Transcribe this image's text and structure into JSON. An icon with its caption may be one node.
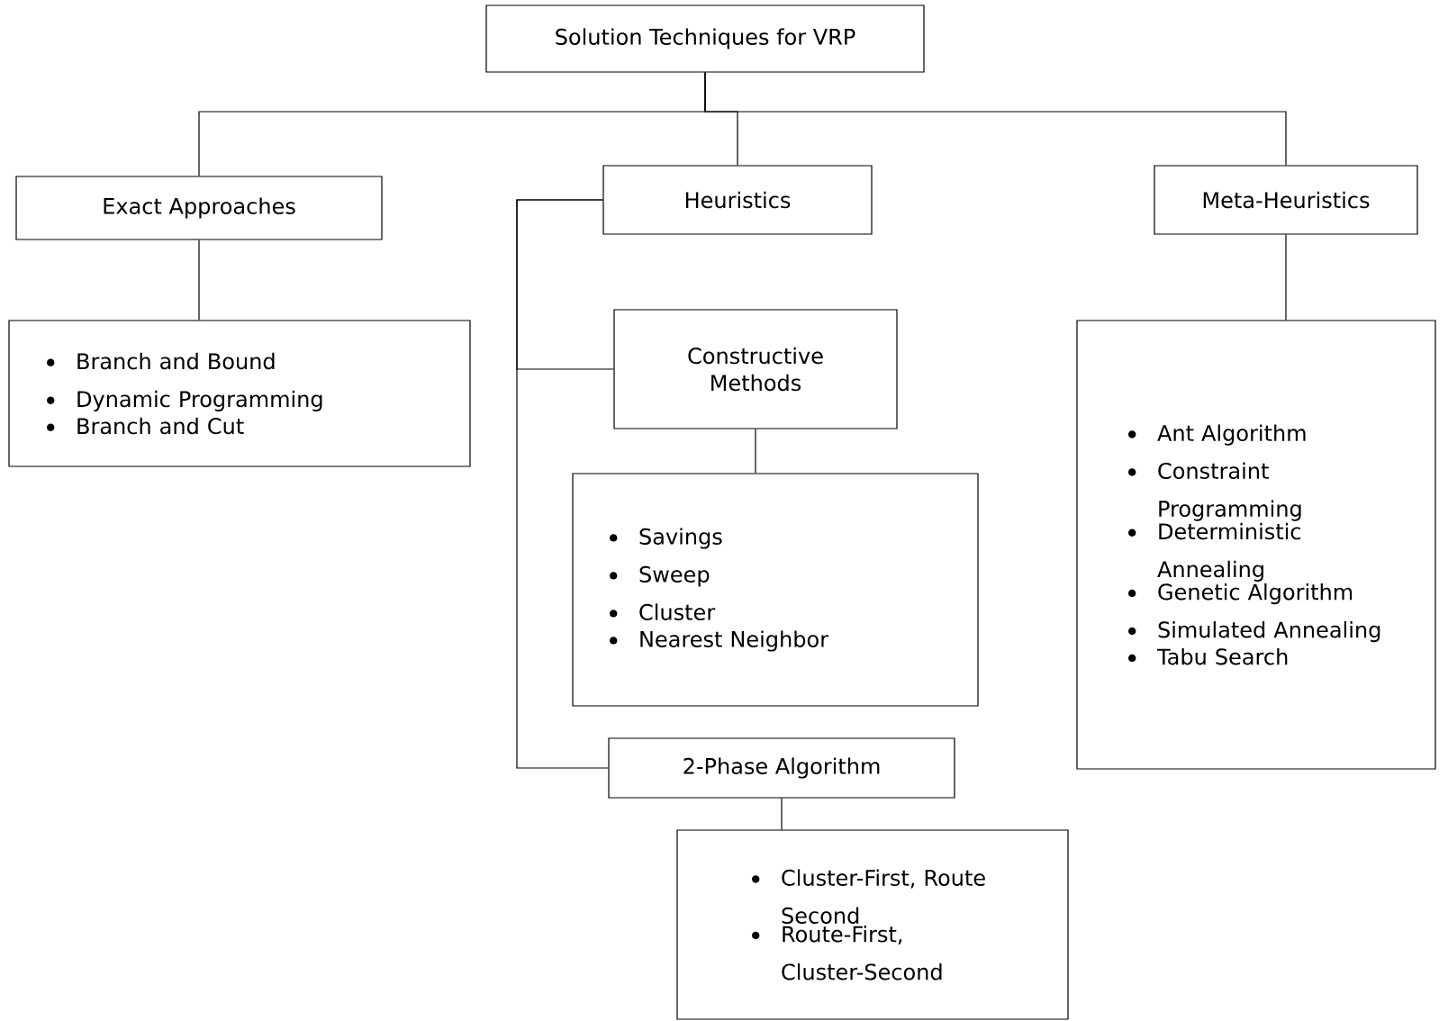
{
  "diagram": {
    "nodes": [
      {
        "text": [
          "Solution Techniques for VRP"
        ]
      },
      {
        "text": [
          "Exact Approaches"
        ]
      },
      {
        "text": [
          "Heuristics"
        ]
      },
      {
        "text": [
          "Meta-Heuristics"
        ]
      },
      {
        "text": [
          "Branch and Bound",
          "Dynamic Programming",
          "Branch and Cut"
        ]
      },
      {
        "text": [
          "Constructive Methods"
        ]
      },
      {
        "text": [
          "Ant Algorithm",
          "Constraint Programming",
          "Deterministic Annealing",
          "Genetic Algorithm",
          "Simulated Annealing",
          "Tabu Search"
        ]
      },
      {
        "text": [
          "Savings",
          "Sweep",
          "Cluster",
          "Nearest Neighbor"
        ]
      },
      {
        "text": [
          "2-Phase Algorithm"
        ]
      },
      {
        "text": [
          "Cluster-First, Route Second",
          "Route-First, Cluster-Second"
        ]
      }
    ],
    "edges": [
      {
        "from": 0,
        "to": 1,
        "arrow": "none"
      },
      {
        "from": 0,
        "to": 2,
        "arrow": "none"
      },
      {
        "from": 0,
        "to": 3,
        "arrow": "none"
      },
      {
        "from": 1,
        "to": 4,
        "arrow": "none"
      },
      {
        "from": 2,
        "to": 5,
        "arrow": "none"
      },
      {
        "from": 2,
        "to": 8,
        "arrow": "none"
      },
      {
        "from": 3,
        "to": 6,
        "arrow": "none"
      },
      {
        "from": 5,
        "to": 7,
        "arrow": "none"
      },
      {
        "from": 8,
        "to": 9,
        "arrow": "none"
      }
    ]
  }
}
